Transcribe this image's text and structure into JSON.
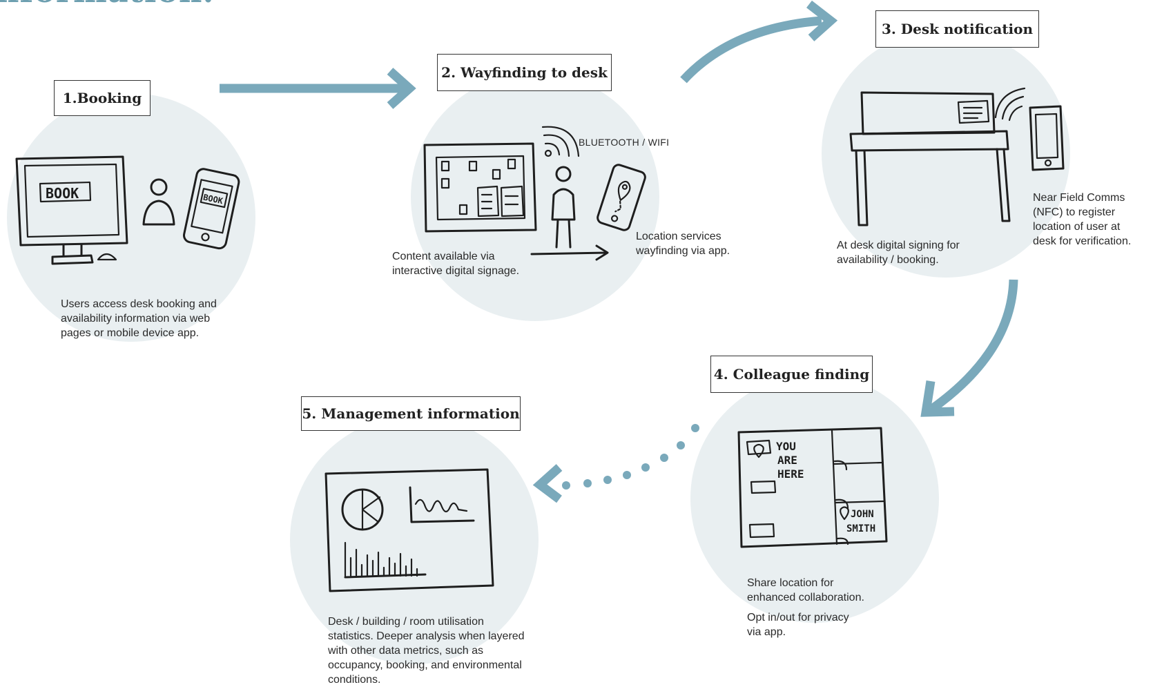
{
  "header": {
    "title_partial": "nformation."
  },
  "steps": [
    {
      "title": "1.Booking",
      "caption": [
        "Users access desk booking and",
        "availability information via web",
        "pages or mobile device app."
      ]
    },
    {
      "title": "2. Wayfinding to desk",
      "signal_label": "BLUETOOTH / WIFI",
      "caption_left": [
        "Content available via",
        "interactive digital signage."
      ],
      "caption_right": [
        "Location services",
        "wayfinding via app."
      ]
    },
    {
      "title": "3. Desk notification",
      "caption_left": [
        "At desk digital signing for",
        "availability / booking."
      ],
      "caption_right": [
        "Near Field Comms",
        "(NFC) to register",
        "location of user at",
        "desk for verification."
      ]
    },
    {
      "title": "4. Colleague finding",
      "caption_1": [
        "Share location for",
        "enhanced collaboration."
      ],
      "caption_2": [
        "Opt in/out for privacy",
        "via app."
      ]
    },
    {
      "title": "5. Management information",
      "caption": [
        "Desk / building / room utilisation",
        "statistics. Deeper analysis when layered",
        "with other data metrics, such as",
        "occupancy, booking, and environmental",
        "conditions."
      ]
    }
  ],
  "illustrations": {
    "monitor_text": "BOOK",
    "phone_text": "BOOK",
    "map_you": "YOU",
    "map_are": "ARE",
    "map_here": "HERE",
    "map_john": "JOHN",
    "map_smith": "SMITH"
  },
  "colors": {
    "accent": "#7aa9bb",
    "circle_fill": "#e9eff1",
    "title_color": "#6d9fb0",
    "ink": "#1e1e1e"
  }
}
